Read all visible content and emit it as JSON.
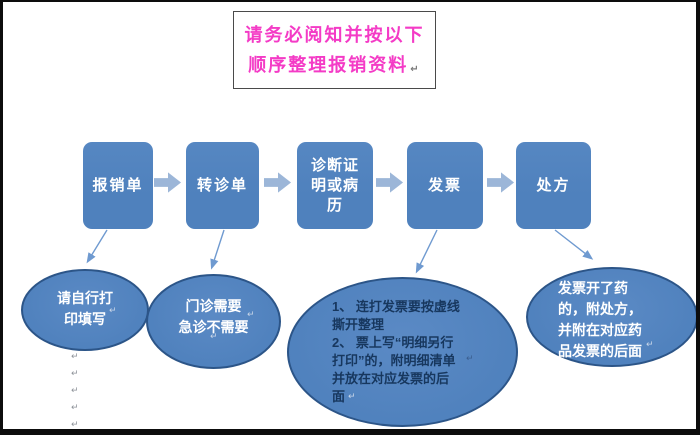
{
  "title": {
    "line1": "请务必阅知并按以下",
    "line2": "顺序整理报销资料"
  },
  "flow": {
    "steps": [
      {
        "label": "报销单"
      },
      {
        "label": "转诊单"
      },
      {
        "label": "诊断证\n明或病\n历"
      },
      {
        "label": "发票"
      },
      {
        "label": "处方"
      }
    ]
  },
  "notes": {
    "print": {
      "attached_to": "报销单",
      "text": "请自行打\n印填写"
    },
    "referral": {
      "attached_to": "转诊单",
      "text": "门诊需要\n急诊不需要"
    },
    "invoice": {
      "attached_to": "发票",
      "text": "1、 连打发票要按虚线\n撕开整理\n2、 票上写“明细另行\n打印”的，附明细清单\n并放在对应发票的后\n面"
    },
    "prescription": {
      "attached_to": "处方",
      "text": "发票开了药\n的，附处方，\n并附在对应药\n品发票的后面"
    }
  },
  "decor": {
    "return_glyph": "↵"
  },
  "colors": {
    "background": "#ffffff",
    "frame_border": "#0d0d0d",
    "title_text": "#f43bc6",
    "node_fill": "#4f81bd",
    "node_text": "#ffffff",
    "ellipse_border": "#2c5588",
    "block_arrow": "#9cb6d8",
    "connector": "#6f9ad0",
    "invoice_note_text": "#17375e"
  }
}
